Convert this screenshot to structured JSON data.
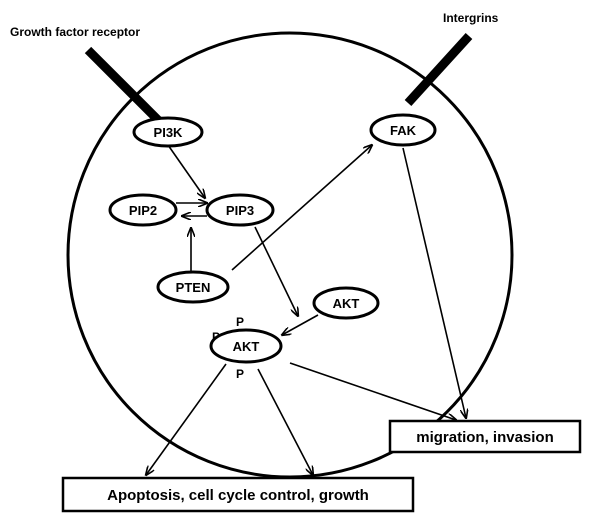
{
  "labels": {
    "growth_factor_receptor": "Growth factor receptor",
    "intergrins": "Intergrins"
  },
  "nodes": {
    "pi3k": "PI3K",
    "pip2": "PIP2",
    "pip3": "PIP3",
    "pten": "PTEN",
    "fak": "FAK",
    "akt": "AKT",
    "akt_p": "AKT",
    "phospho_a": "P",
    "phospho_b": "P",
    "phospho_c": "P"
  },
  "outcomes": {
    "migration": "migration, invasion",
    "apoptosis": "Apoptosis, cell cycle control, growth"
  },
  "colors": {
    "ink": "#000000",
    "background": "#ffffff"
  }
}
